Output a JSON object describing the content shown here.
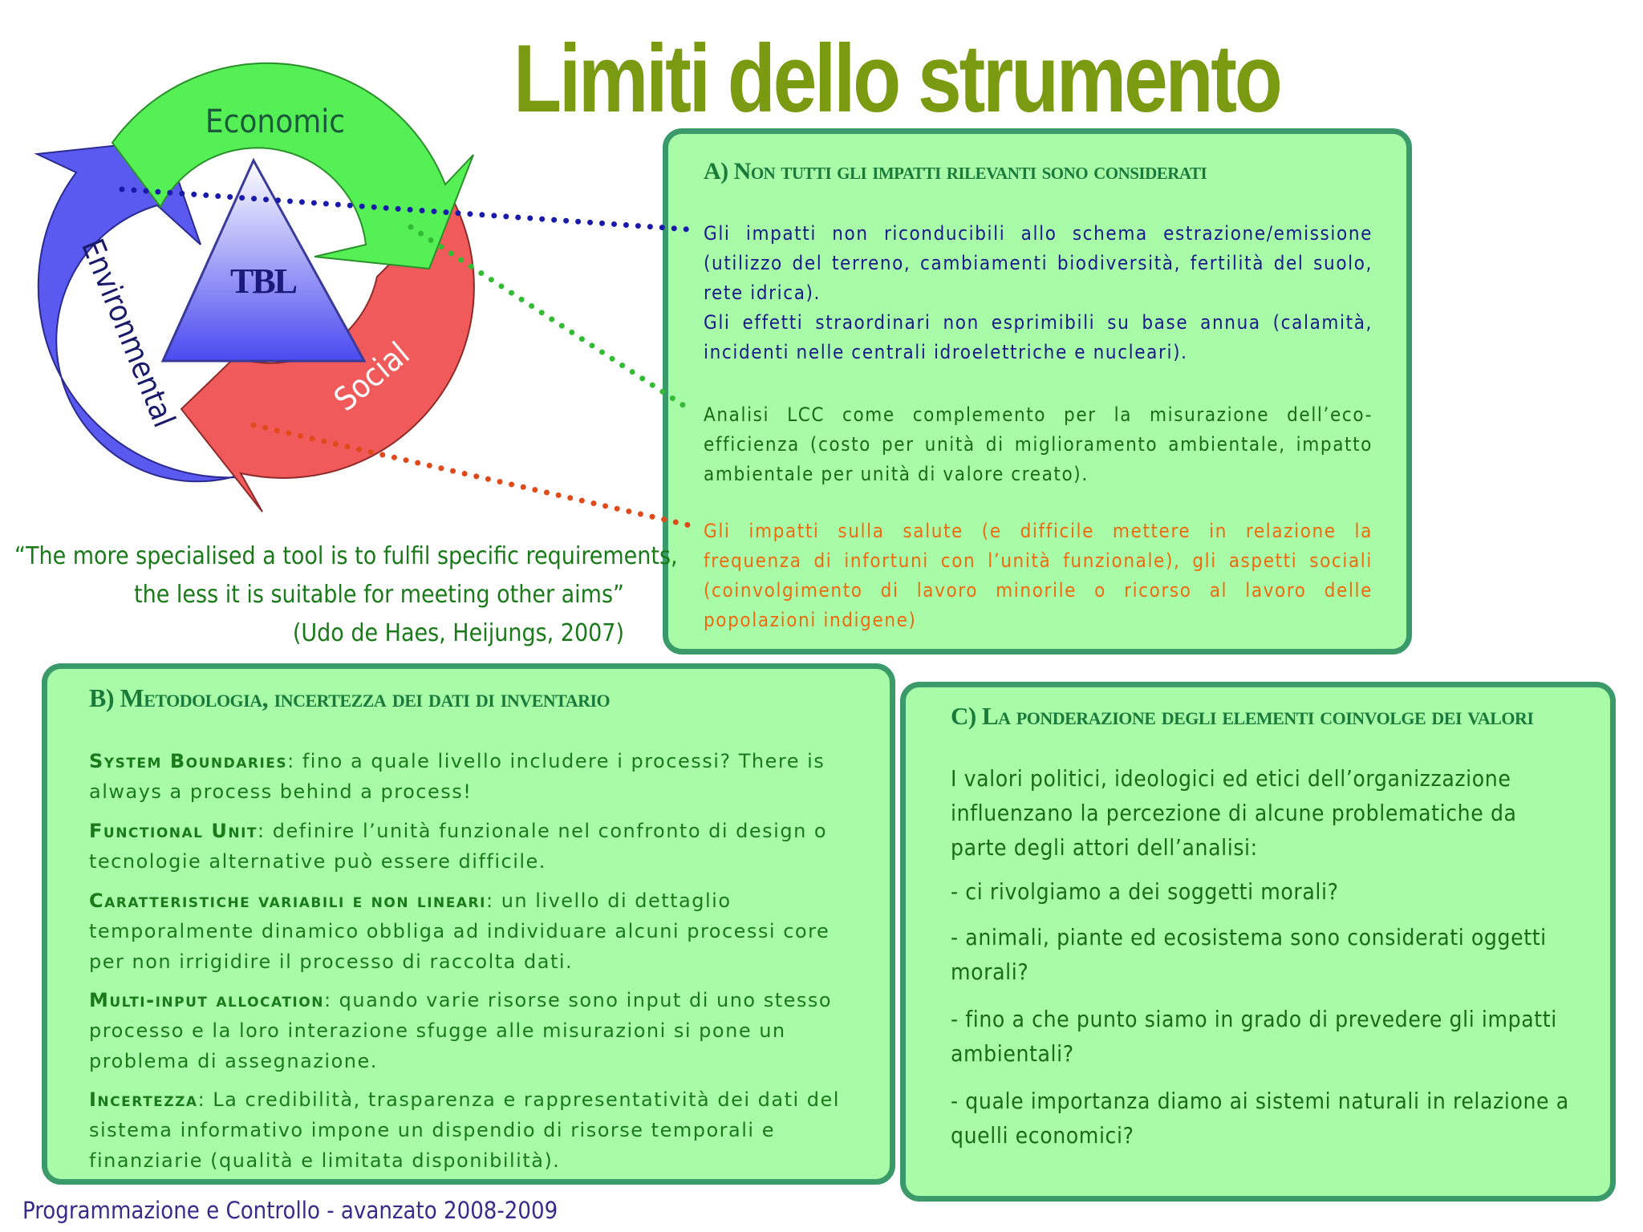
{
  "title": "Limiti dello strumento",
  "cycle": {
    "economic": "Economic",
    "environmental": "Environmental",
    "social": "Social",
    "center": "TBL"
  },
  "quote": {
    "line1": "“The more specialised a tool is to fulfil specific requirements,",
    "line2": "the less it is suitable for meeting other aims”",
    "source": "(Udo de Haes, Heijungs, 2007)"
  },
  "boxA": {
    "heading": "A) Non tutti gli impatti rilevanti sono considerati",
    "p1": "Gli impatti non riconducibili allo schema estrazione/emissione (utilizzo del terreno, cambiamenti biodiversità, fertilità del suolo, rete idrica).",
    "p2": "Gli effetti straordinari  non esprimibili su base annua (calamità, incidenti nelle centrali idroelettriche e nucleari).",
    "p3": "Analisi LCC come complemento per la misurazione dell’eco-efficienza (costo per unità di miglioramento ambientale, impatto ambientale per unità di valore creato).",
    "p4": "Gli impatti sulla salute (e difficile mettere in relazione la frequenza di infortuni con l’unità funzionale), gli aspetti sociali (coinvolgimento di lavoro minorile o ricorso al lavoro delle popolazioni indigene)"
  },
  "boxB": {
    "heading": "B) Metodologia, incertezza dei dati di inventario",
    "items": [
      {
        "label": "System Boundaries",
        "text": ": fino a quale livello includere i processi? There is always a process behind a process!"
      },
      {
        "label": "Functional Unit",
        "text": ": definire l’unità funzionale nel confronto di design o tecnologie alternative può essere difficile."
      },
      {
        "label": "Caratteristiche variabili e non lineari",
        "text": ": un livello di dettaglio temporalmente dinamico obbliga ad individuare alcuni processi core per non irrigidire il processo di raccolta dati."
      },
      {
        "label": "Multi-input allocation",
        "text": ": quando varie risorse sono input di uno stesso processo e la loro interazione sfugge alle misurazioni si pone un problema di assegnazione."
      },
      {
        "label": "Incertezza",
        "text": ": La credibilità, trasparenza e rappresentatività dei dati del sistema informativo impone un dispendio di risorse temporali e finanziarie (qualità e limitata disponibilità)."
      }
    ]
  },
  "boxC": {
    "heading": "C) La ponderazione degli elementi coinvolge dei valori",
    "intro": "I valori politici, ideologici ed etici dell’organizzazione influenzano la percezione di alcune problematiche da parte degli attori dell’analisi:",
    "q1": "- ci rivolgiamo a dei soggetti morali?",
    "q2": "- animali, piante ed ecosistema sono considerati oggetti morali?",
    "q3": "- fino a che punto siamo in grado di prevedere gli impatti ambientali?",
    "q4": "- quale importanza diamo ai sistemi naturali in relazione a quelli economici?"
  },
  "footer": "Programmazione e Controllo - avanzato 2008-2009",
  "colors": {
    "title": "#7a9a12",
    "box_fill": "#a8fca8",
    "box_border": "#3a9a6a",
    "economic": "#55f055",
    "environmental": "#5a5af0",
    "social": "#f05a5a",
    "dot_blue": "#1a1aaa",
    "dot_green": "#33bb33",
    "dot_red": "#e04a1a",
    "text_blue": "#1a1a8a",
    "text_green": "#1a6a1a",
    "text_orange": "#ee6a10"
  }
}
